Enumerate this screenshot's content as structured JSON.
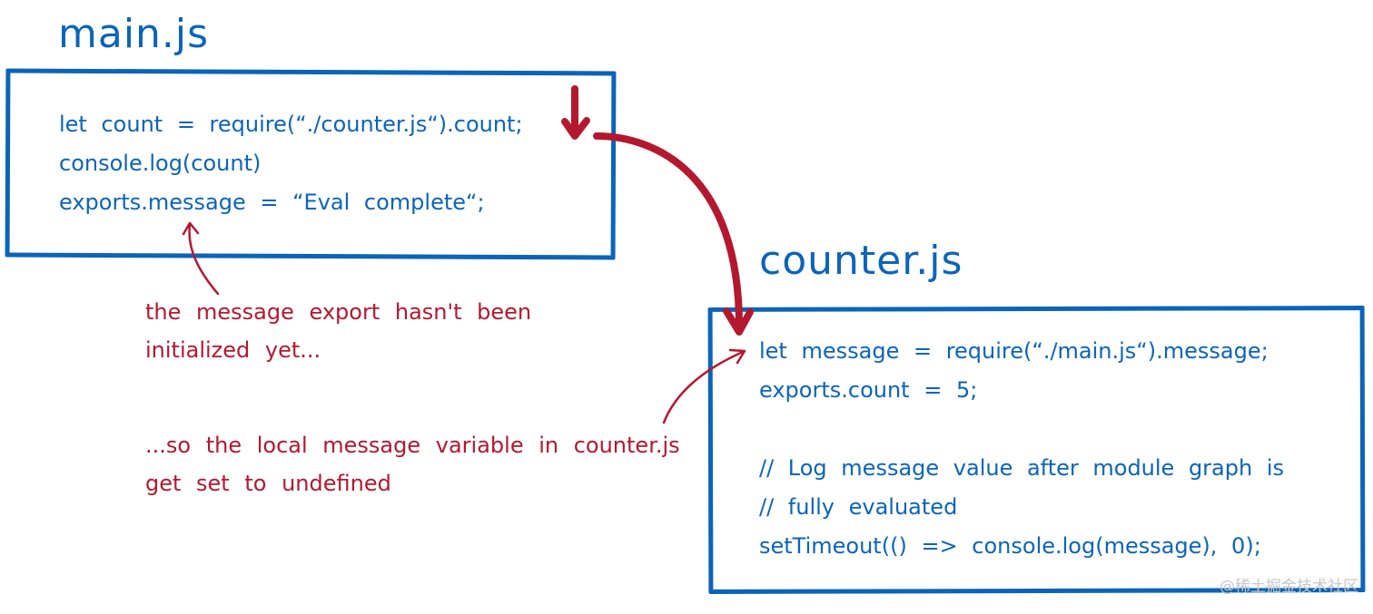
{
  "main_module": {
    "title": "main.js",
    "code_lines": [
      "let count = require(“./counter.js“).count;",
      "console.log(count)",
      "exports.message = “Eval complete“;"
    ]
  },
  "counter_module": {
    "title": "counter.js",
    "code_lines": [
      "let message = require(“./main.js“).message;",
      "exports.count = 5;",
      "// Log message value after module graph is",
      "// fully evaluated",
      "setTimeout(() => console.log(message), 0);"
    ]
  },
  "annotations": {
    "message_not_initialized": [
      "the message export hasn't been",
      "initialized yet..."
    ],
    "local_set_undefined": [
      "...so the local message variable in counter.js",
      "get set to undefined"
    ]
  },
  "watermark": "@稀土掘金技术社区",
  "colors": {
    "code_blue": "#0b64b9",
    "annotation_red": "#b3182f"
  }
}
